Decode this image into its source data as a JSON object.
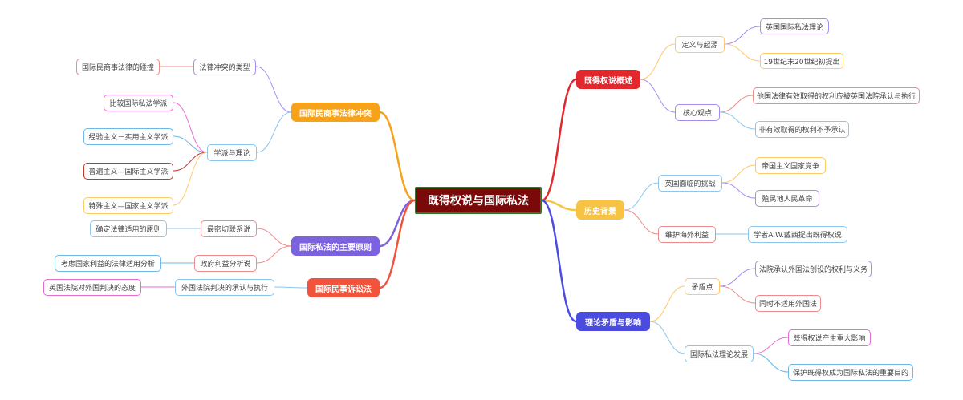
{
  "root": {
    "label": "既得权说与国际私法"
  },
  "colors": {
    "root_border": "#2d7a2d",
    "root_bg": "#7a0a0a",
    "red": "#e0282d",
    "orange": "#f7a21b",
    "blue": "#4a4ce0",
    "amber": "#f6c344",
    "purple": "#7d62e0",
    "tomato": "#f1533d",
    "light_orange": "#ffc96b",
    "light_purple": "#a48cf0",
    "light_blue": "#8ec5ec",
    "light_red": "#f08b8b",
    "pink": "#e86bd0",
    "blue_border": "#6cb8e6"
  },
  "right": {
    "b1": {
      "label": "既得权说概述",
      "definition": {
        "label": "定义与起源",
        "items": [
          "英国国际私法理论",
          "19世纪末20世纪初提出"
        ]
      },
      "core": {
        "label": "核心观点",
        "items": [
          "他国法律有效取得的权利应被英国法院承认与执行",
          "非有效取得的权利不予承认"
        ]
      }
    },
    "b2": {
      "label": "历史背景",
      "challenge": {
        "label": "英国面临的挑战",
        "items": [
          "帝国主义国家竞争",
          "殖民地人民革命"
        ]
      },
      "interest": {
        "label": "维护海外利益",
        "items": [
          "学者A.W.戴西提出既得权说"
        ]
      }
    },
    "b3": {
      "label": "理论矛盾与影响",
      "contradiction": {
        "label": "矛盾点",
        "items": [
          "法院承认外国法创设的权利与义务",
          "同时不适用外国法"
        ]
      },
      "development": {
        "label": "国际私法理论发展",
        "items": [
          "既得权说产生重大影响",
          "保护既得权成为国际私法的重要目的"
        ]
      }
    }
  },
  "left": {
    "b4": {
      "label": "国际民商事法律冲突",
      "types": {
        "label": "法律冲突的类型",
        "items": [
          "国际民商事法律的碰撞"
        ]
      },
      "schools": {
        "label": "学派与理论",
        "items": [
          "比较国际私法学派",
          "经验主义－实用主义学派",
          "普遍主义—国际主义学派",
          "特殊主义—国家主义学派"
        ]
      }
    },
    "b5": {
      "label": "国际私法的主要原则",
      "closest": {
        "label": "最密切联系说",
        "items": [
          "确定法律适用的原则"
        ]
      },
      "policy": {
        "label": "政府利益分析说",
        "items": [
          "考虑国家利益的法律适用分析"
        ]
      }
    },
    "b6": {
      "label": "国际民事诉讼法",
      "recognition": {
        "label": "外国法院判决的承认与执行",
        "items": [
          "英国法院对外国判决的态度"
        ]
      }
    }
  }
}
